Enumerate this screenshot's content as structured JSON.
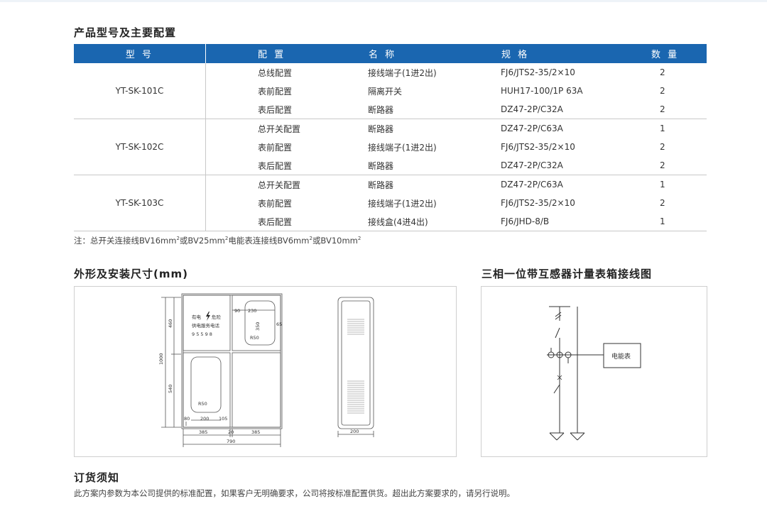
{
  "section_titles": {
    "products": "产品型号及主要配置",
    "dimensions": "外形及安装尺寸(mm)",
    "wiring": "三相一位带互感器计量表箱接线图",
    "order": "订货须知"
  },
  "table": {
    "headers": [
      "型 号",
      "配 置",
      "名 称",
      "规 格",
      "数 量"
    ],
    "groups": [
      {
        "model": "YT-SK-101C",
        "rows": [
          {
            "config": "总线配置",
            "name": "接线端子(1进2出)",
            "spec": "FJ6/JTS2-35/2×10",
            "qty": "2"
          },
          {
            "config": "表前配置",
            "name": "隔离开关",
            "spec": "HUH17-100/1P 63A",
            "qty": "2"
          },
          {
            "config": "表后配置",
            "name": "断路器",
            "spec": "DZ47-2P/C32A",
            "qty": "2"
          }
        ]
      },
      {
        "model": "YT-SK-102C",
        "rows": [
          {
            "config": "总开关配置",
            "name": "断路器",
            "spec": "DZ47-2P/C63A",
            "qty": "1"
          },
          {
            "config": "表前配置",
            "name": "接线端子(1进2出)",
            "spec": "FJ6/JTS2-35/2×10",
            "qty": "2"
          },
          {
            "config": "表后配置",
            "name": "断路器",
            "spec": "DZ47-2P/C32A",
            "qty": "2"
          }
        ]
      },
      {
        "model": "YT-SK-103C",
        "rows": [
          {
            "config": "总开关配置",
            "name": "断路器",
            "spec": "DZ47-2P/C63A",
            "qty": "1"
          },
          {
            "config": "表前配置",
            "name": "接线端子(1进2出)",
            "spec": "FJ6/JTS2-35/2×10",
            "qty": "2"
          },
          {
            "config": "表后配置",
            "name": "接线盒(4进4出)",
            "spec": "FJ6/JHD-8/B",
            "qty": "1"
          }
        ]
      }
    ]
  },
  "note": {
    "prefix": "注：总开关连接线BV16mm",
    "p2": "或BV25mm",
    "p3": "电能表连接线BV6mm",
    "p4": "或BV10mm",
    "sup": "2"
  },
  "drawing": {
    "warning_line1": "有电",
    "warning_line1b": "危险",
    "warning_line2": "供电服务电话",
    "warning_line3": "9 5 5 9 8",
    "dim_total_height": "1000",
    "dim_top_height": "460",
    "dim_bottom_height": "540",
    "dim_window_h": "350",
    "dim_90": "90",
    "dim_230": "230",
    "dim_r50_top": "R50",
    "dim_r50_bottom": "R50",
    "dim_80": "80",
    "dim_200_inner": "200",
    "dim_105": "105",
    "dim_385_left": "385",
    "dim_20": "20",
    "dim_385_right": "385",
    "dim_790": "790",
    "dim_depth": "200",
    "dim_side_65": "65"
  },
  "wiring": {
    "meter_label": "电能表"
  },
  "order_text": "此方案内参数为本公司提供的标准配置，如果客户无明确要求，公司将按标准配置供货。超出此方案要求的，请另行说明。",
  "colors": {
    "header_blue": "#1a66b0"
  }
}
